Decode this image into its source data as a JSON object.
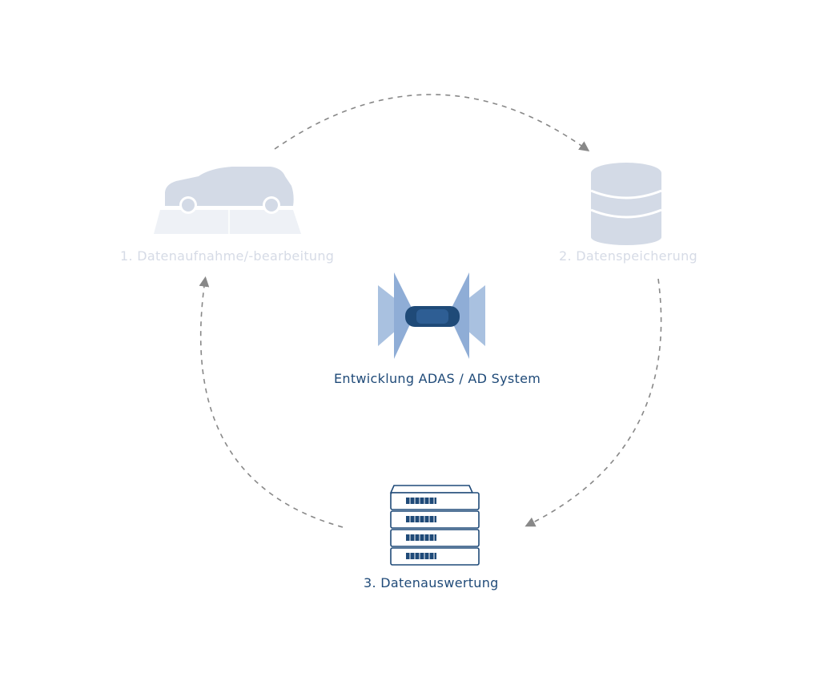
{
  "diagram": {
    "center_label": "Entwicklung ADAS / AD System",
    "steps": [
      {
        "label": "1. Datenaufnahme/-bearbeitung",
        "icon": "car-on-platform-icon",
        "state": "faded"
      },
      {
        "label": "2. Datenspeicherung",
        "icon": "database-icon",
        "state": "faded"
      },
      {
        "label": "3. Datenauswertung",
        "icon": "server-rack-icon",
        "state": "active"
      }
    ],
    "center_icon": "car-sensor-fields-icon",
    "flow_arrows": [
      "step1-to-step2",
      "step2-to-step3",
      "step3-to-step1"
    ]
  },
  "colors": {
    "faded_icon": "#d3dae6",
    "faded_text": "#d6dbe6",
    "active_dark": "#1f4a78",
    "sensor_light": "#a9c1e0",
    "sensor_mid": "#8fadd6",
    "arrow": "#888888",
    "background": "#ffffff"
  }
}
